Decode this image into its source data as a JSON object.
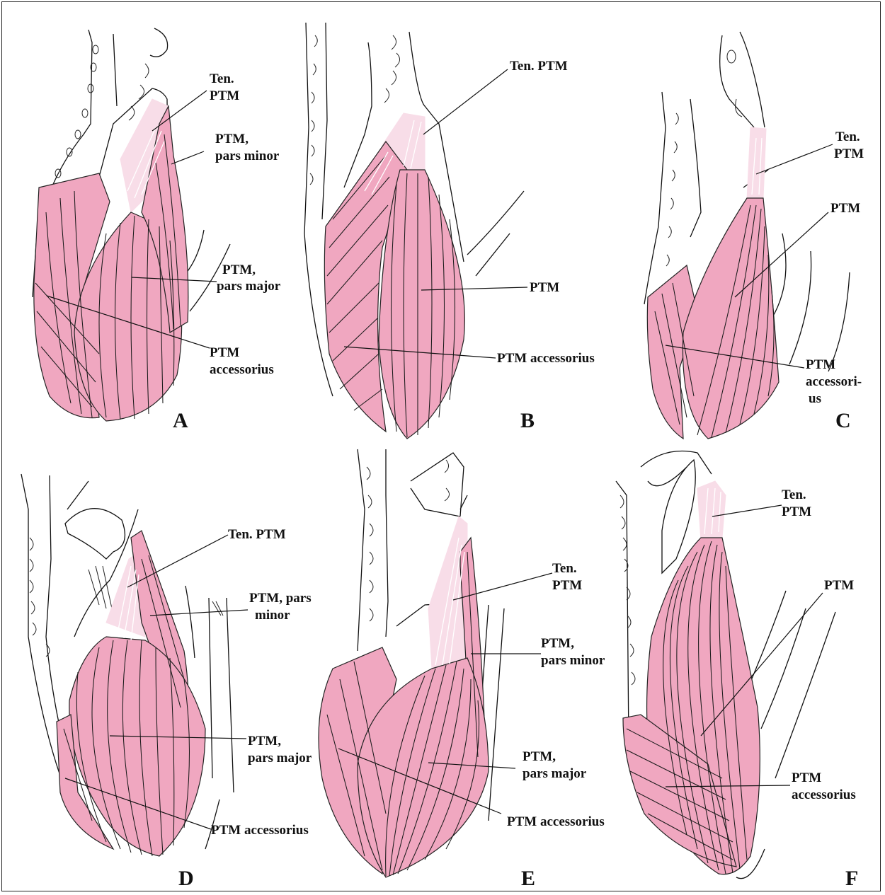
{
  "colors": {
    "muscle": "#f0a7c0",
    "tendon": "#f8dde8",
    "outline": "#111111"
  },
  "panels": [
    {
      "id": "A",
      "letter": "A",
      "labels": {
        "ten1": "Ten.",
        "ten2": "PTM",
        "minor1": "PTM,",
        "minor2": "pars minor",
        "major1": "PTM,",
        "major2": "pars major",
        "acc1": "PTM",
        "acc2": "accessorius"
      }
    },
    {
      "id": "B",
      "letter": "B",
      "labels": {
        "ten": "Ten. PTM",
        "ptm": "PTM",
        "acc": "PTM accessorius"
      }
    },
    {
      "id": "C",
      "letter": "C",
      "labels": {
        "ten1": "Ten.",
        "ten2": "PTM",
        "ptm": "PTM",
        "acc1": "PTM",
        "acc2": "accessori-",
        "acc3": "us"
      }
    },
    {
      "id": "D",
      "letter": "D",
      "labels": {
        "ten": "Ten. PTM",
        "minor1": "PTM, pars",
        "minor2": "minor",
        "major1": "PTM,",
        "major2": "pars major",
        "acc": "PTM accessorius"
      }
    },
    {
      "id": "E",
      "letter": "E",
      "labels": {
        "ten1": "Ten.",
        "ten2": "PTM",
        "minor1": "PTM,",
        "minor2": "pars minor",
        "major1": "PTM,",
        "major2": "pars major",
        "acc": "PTM accessorius"
      }
    },
    {
      "id": "F",
      "letter": "F",
      "labels": {
        "ten1": "Ten.",
        "ten2": "PTM",
        "ptm": "PTM",
        "acc1": "PTM",
        "acc2": "accessorius"
      }
    }
  ]
}
